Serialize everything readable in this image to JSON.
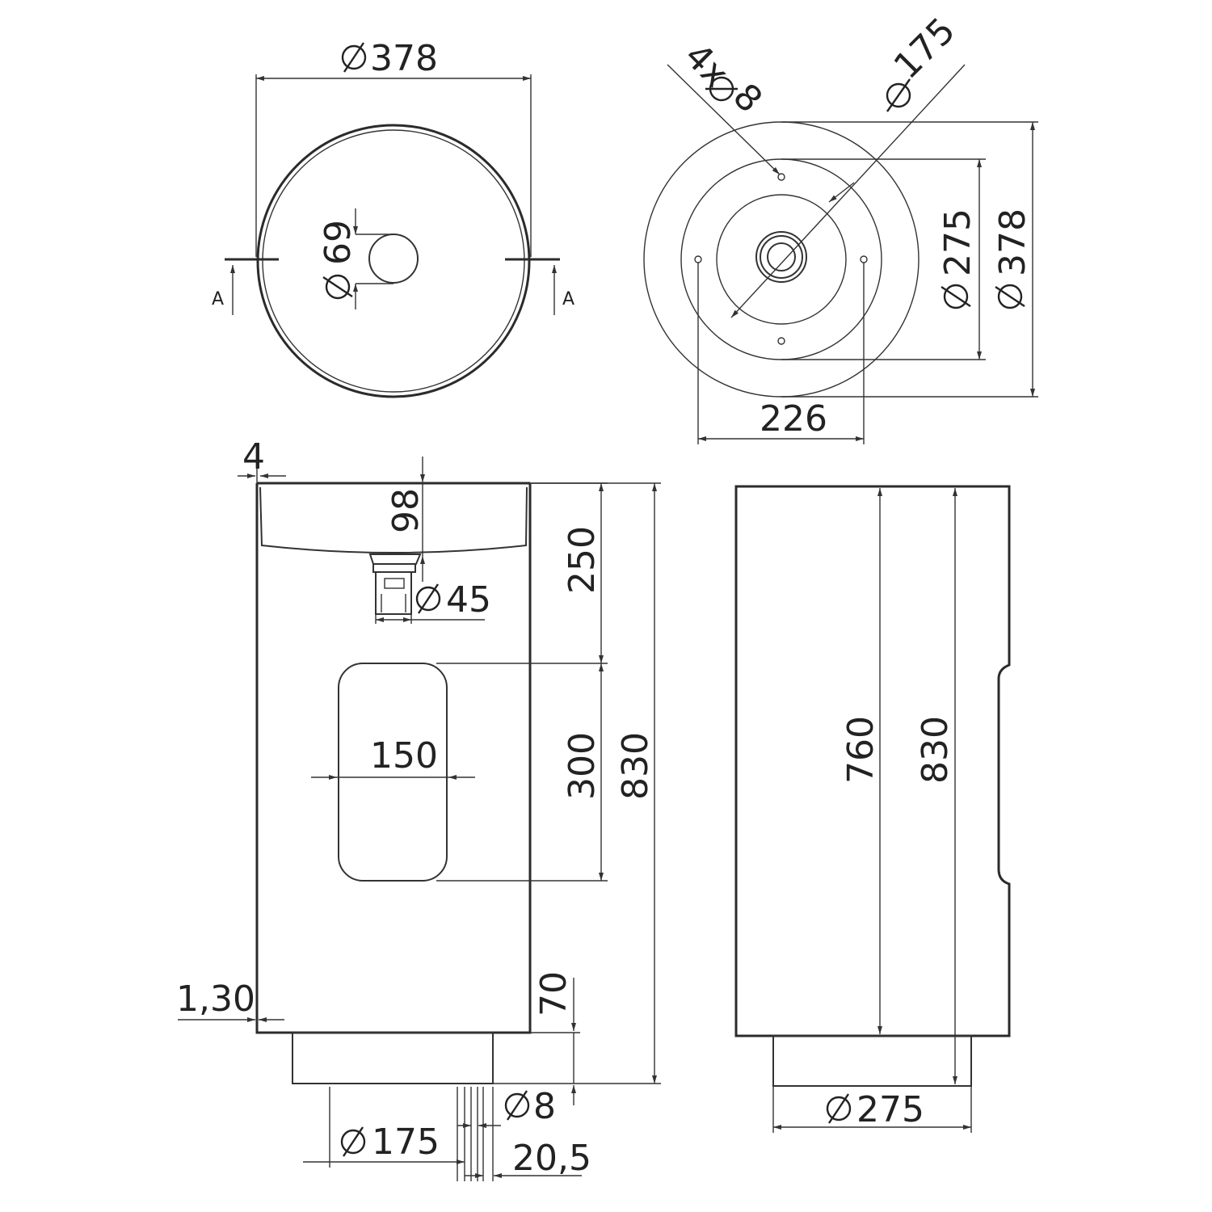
{
  "diagram": {
    "top_view": {
      "outer_diameter": "378",
      "drain_diameter": "69",
      "section_mark_left": "A",
      "section_mark_right": "A"
    },
    "bottom_view": {
      "holes": "4x",
      "hole_diameter": "8",
      "inner_diameter": "175",
      "mid_diameter": "275",
      "outer_diameter": "378",
      "hole_spacing": "226"
    },
    "front_section": {
      "wall_thickness": "4",
      "bowl_depth": "98",
      "upper_height": "250",
      "drain_pipe_diameter": "45",
      "opening_width": "150",
      "opening_height": "300",
      "total_height": "830",
      "base_height": "70",
      "base_offset": "1,30",
      "base_diameter": "175",
      "base_hole_diameter": "8",
      "base_edge": "20,5"
    },
    "side_view": {
      "body_height": "760",
      "total_height": "830",
      "base_diameter": "275"
    }
  }
}
